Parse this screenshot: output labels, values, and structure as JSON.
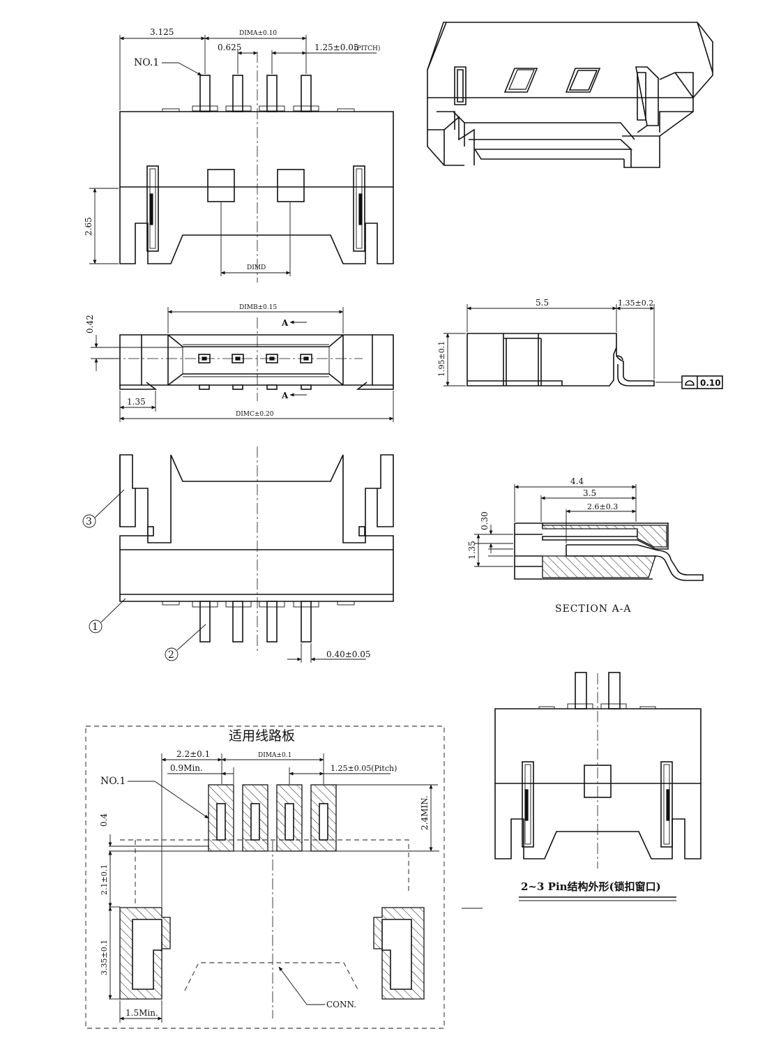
{
  "top_view": {
    "dim_side": "3.125",
    "dim_a": "DIMA±0.10",
    "dim_offset": "0.625",
    "dim_pitch": "1.25±0.05",
    "dim_pitch_tag": "(PITCH)",
    "no1": "NO.1",
    "dim_height": "2.65",
    "dim_d": "DIMD"
  },
  "front_view": {
    "dim_b": "DIMB±0.15",
    "dim_c": "DIMC±0.20",
    "dim_042": "0.42",
    "dim_135": "1.35",
    "section_mark_top": "A",
    "section_mark_bottom": "A"
  },
  "side_view": {
    "dim_55": "5.5",
    "dim_135": "1.35±0.2",
    "dim_195": "1.95±0.1",
    "flatness_value": "0.10"
  },
  "bottom_view": {
    "callout_1": "1",
    "callout_2": "2",
    "callout_3": "3",
    "dim_pin": "0.40±0.05"
  },
  "section": {
    "dim_44": "4.4",
    "dim_35": "3.5",
    "dim_26": "2.6±0.3",
    "dim_030": "0.30",
    "dim_135": "1.35",
    "caption": "SECTION A-A"
  },
  "pcb_layout": {
    "title": "适用线路板",
    "dim_22": "2.2±0.1",
    "dim_a": "DIMA±0.1",
    "dim_09": "0.9Min.",
    "dim_pitch": "1.25±0.05(Pitch)",
    "no1": "NO.1",
    "dim_04": "0.4",
    "dim_24": "2.4MIN.",
    "dim_21": "2.1±0.1",
    "dim_335": "3.35±0.1",
    "dim_15": "1.5Min.",
    "conn": "CONN."
  },
  "small_view": {
    "caption": "2~3  Pin结构外形(锁扣窗口)"
  }
}
